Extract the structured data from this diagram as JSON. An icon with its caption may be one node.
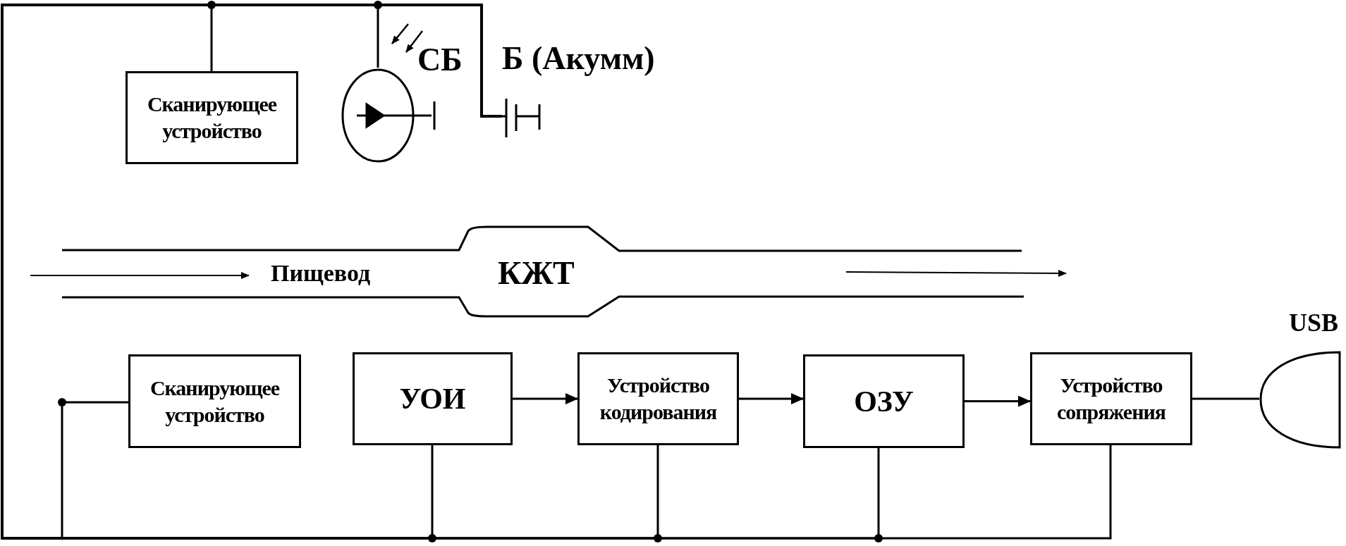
{
  "diagram": {
    "nodes": [
      {
        "text": [
          "Сканирующее устройство"
        ]
      },
      {
        "text": [],
        "shape": "circle",
        "beside": [
          "СБ"
        ]
      },
      {
        "text": [],
        "shape": "battery",
        "beside": [
          "Б (Акумм)"
        ]
      },
      {
        "text": [
          "Сканирующее устройство"
        ]
      },
      {
        "text": [
          "УОИ"
        ]
      },
      {
        "text": [
          "Устройство кодирования"
        ]
      },
      {
        "text": [
          "ОЗУ"
        ]
      },
      {
        "text": [
          "Устройство сопряжения"
        ]
      },
      {
        "text": [],
        "shape": "connector",
        "beside": [
          "USB"
        ]
      }
    ],
    "edges": [
      {
        "from": 2,
        "to": 0,
        "arrow": "none"
      },
      {
        "from": 2,
        "to": 1,
        "arrow": "none"
      },
      {
        "from": 2,
        "to": 3,
        "arrow": "none"
      },
      {
        "from": 2,
        "to": 4,
        "arrow": "none"
      },
      {
        "from": 2,
        "to": 5,
        "arrow": "none"
      },
      {
        "from": 2,
        "to": 6,
        "arrow": "none"
      },
      {
        "from": 2,
        "to": 7,
        "arrow": "none"
      },
      {
        "from": 4,
        "to": 5,
        "arrow": "to"
      },
      {
        "from": 5,
        "to": 6,
        "arrow": "to"
      },
      {
        "from": 6,
        "to": 7,
        "arrow": "to"
      },
      {
        "from": 7,
        "to": 8,
        "arrow": "none"
      }
    ],
    "labels": [
      "Пищевод",
      "КЖТ"
    ]
  }
}
